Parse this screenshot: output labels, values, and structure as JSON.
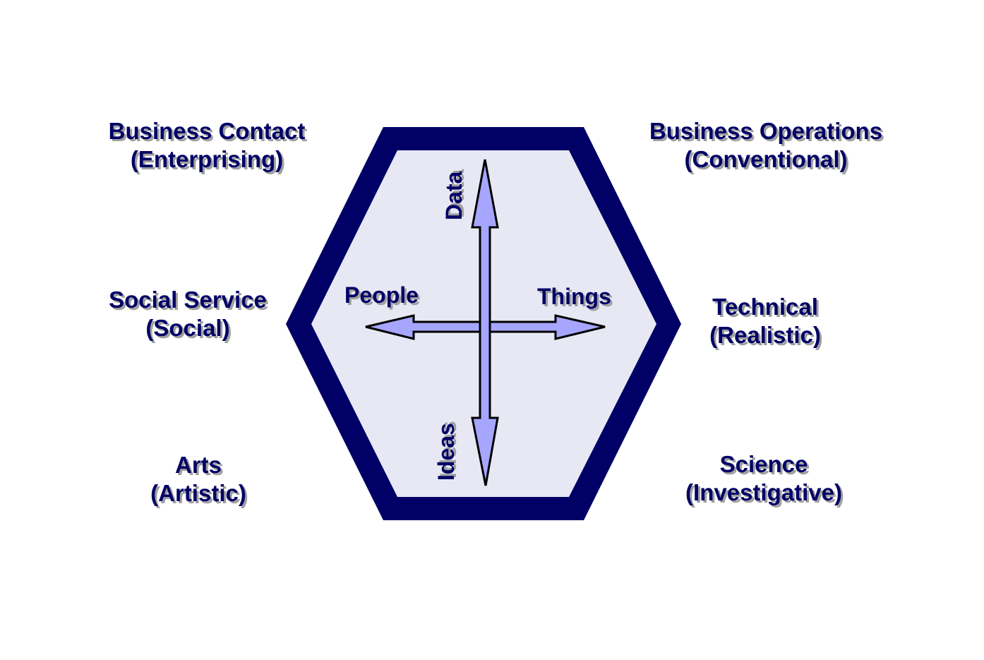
{
  "colors": {
    "hexagon_border": "#000066",
    "hexagon_fill": "#E8E8F4",
    "arrow_fill": "#A6A6FF",
    "text": "#000066"
  },
  "categories": [
    {
      "title": "Business Contact",
      "subtitle": "(Enterprising)"
    },
    {
      "title": "Business Operations",
      "subtitle": "(Conventional)"
    },
    {
      "title": "Social Service",
      "subtitle": "(Social)"
    },
    {
      "title": "Technical",
      "subtitle": "(Realistic)"
    },
    {
      "title": "Arts",
      "subtitle": "(Artistic)"
    },
    {
      "title": "Science",
      "subtitle": "(Investigative)"
    }
  ],
  "axes": {
    "up": "Data",
    "down": "Ideas",
    "left": "People",
    "right": "Things"
  }
}
